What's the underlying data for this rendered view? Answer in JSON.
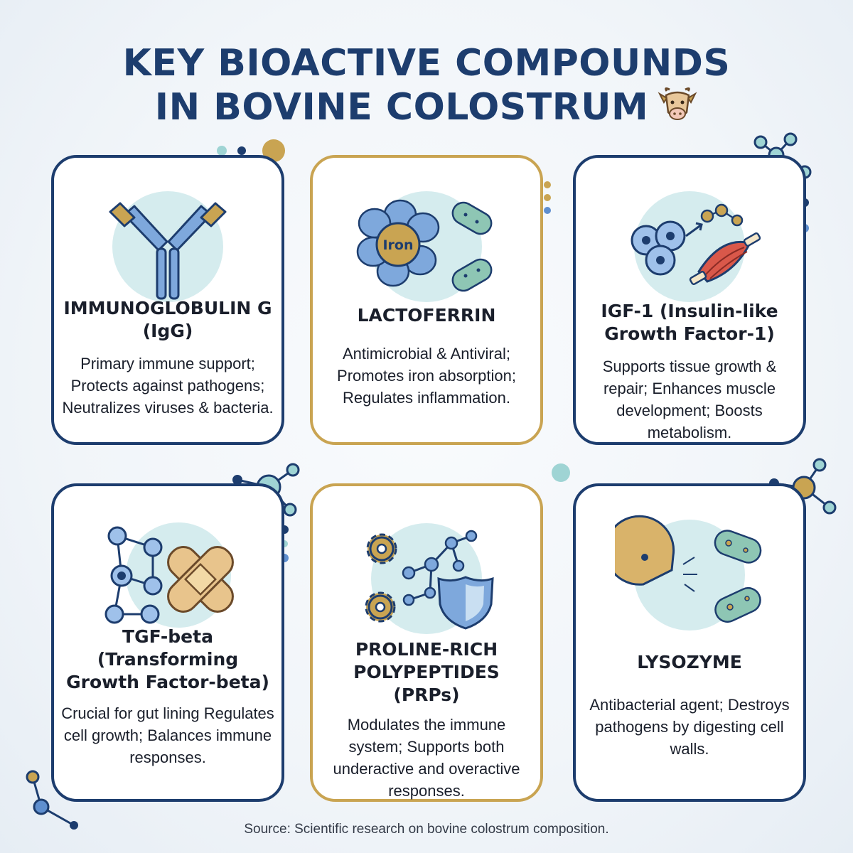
{
  "title": {
    "line1": "KEY BIOACTIVE COMPOUNDS",
    "line2": "IN BOVINE COLOSTRUM"
  },
  "colors": {
    "navy": "#1d3d6e",
    "gold": "#c9a452",
    "teal_circle": "#d5ecee",
    "blue": "#5f8fcf",
    "green": "#8ec6b4"
  },
  "cards": [
    {
      "icon": "antibody-icon",
      "title": "IMMUNOGLOBULIN G (IgG)",
      "description": "Primary immune support; Protects against pathogens; Neutralizes viruses & bacteria.",
      "border": "navy"
    },
    {
      "icon": "iron-molecule-bacteria-icon",
      "icon_label": "Iron",
      "title": "LACTOFERRIN",
      "description": "Antimicrobial & Antiviral; Promotes iron absorption; Regulates inflammation.",
      "border": "gold"
    },
    {
      "icon": "cells-muscle-icon",
      "title": "IGF-1 (Insulin-like Growth Factor-1)",
      "description": "Supports tissue growth & repair; Enhances muscle development; Boosts metabolism.",
      "border": "navy"
    },
    {
      "icon": "network-bandage-icon",
      "title": "TGF-beta (Transforming Growth Factor-beta)",
      "description": "Crucial for gut lining Regulates cell growth; Balances immune responses.",
      "border": "navy"
    },
    {
      "icon": "gears-shield-icon",
      "title": "PROLINE-RICH POLYPEPTIDES (PRPs)",
      "description": "Modulates the immune system; Supports both underactive and overactive responses.",
      "border": "gold"
    },
    {
      "icon": "pacman-bacteria-icon",
      "title": "LYSOZYME",
      "description": "Antibacterial agent; Destroys pathogens by digesting cell walls.",
      "border": "navy"
    }
  ],
  "source": "Source: Scientific research on bovine colostrum composition."
}
